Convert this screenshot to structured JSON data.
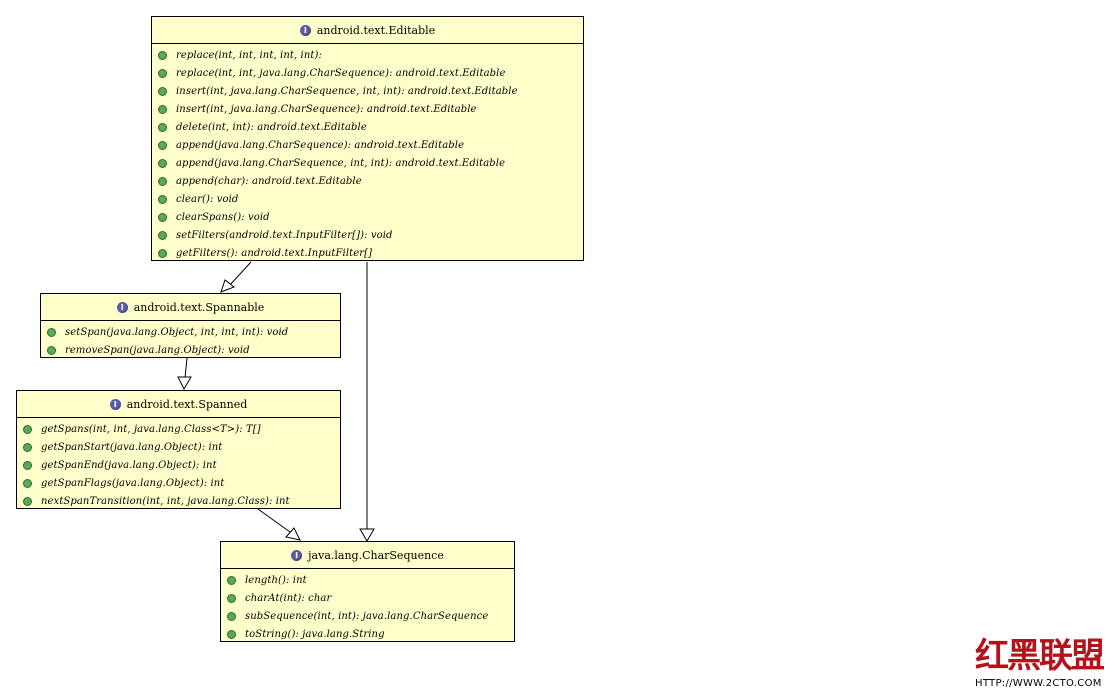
{
  "classes": {
    "editable": {
      "name": "android.text.Editable",
      "methods": [
        "replace(int, int, int, int, int):",
        "replace(int, int, java.lang.CharSequence): android.text.Editable",
        "insert(int, java.lang.CharSequence, int, int): android.text.Editable",
        "insert(int, java.lang.CharSequence): android.text.Editable",
        "delete(int, int): android.text.Editable",
        "append(java.lang.CharSequence): android.text.Editable",
        "append(java.lang.CharSequence, int, int): android.text.Editable",
        "append(char): android.text.Editable",
        "clear(): void",
        "clearSpans(): void",
        "setFilters(android.text.InputFilter[]): void",
        "getFilters(): android.text.InputFilter[]"
      ]
    },
    "spannable": {
      "name": "android.text.Spannable",
      "methods": [
        "setSpan(java.lang.Object, int, int, int): void",
        "removeSpan(java.lang.Object): void"
      ]
    },
    "spanned": {
      "name": "android.text.Spanned",
      "methods": [
        "getSpans(int, int, java.lang.Class<T>): T[]",
        "getSpanStart(java.lang.Object): int",
        "getSpanEnd(java.lang.Object): int",
        "getSpanFlags(java.lang.Object): int",
        "nextSpanTransition(int, int, java.lang.Class): int"
      ]
    },
    "charsequence": {
      "name": "java.lang.CharSequence",
      "methods": [
        "length(): int",
        "charAt(int): char",
        "subSequence(int, int): java.lang.CharSequence",
        "toString(): java.lang.String"
      ]
    }
  },
  "interface_icon_letter": "I",
  "watermark": {
    "cn": "红黑联盟",
    "url": "HTTP://WWW.2CTO.COM"
  },
  "colors": {
    "box_fill": "#ffffcc",
    "interface_icon": "#5a5aa8",
    "method_dot": "#5aa85a",
    "watermark_red": "#b3141b"
  }
}
